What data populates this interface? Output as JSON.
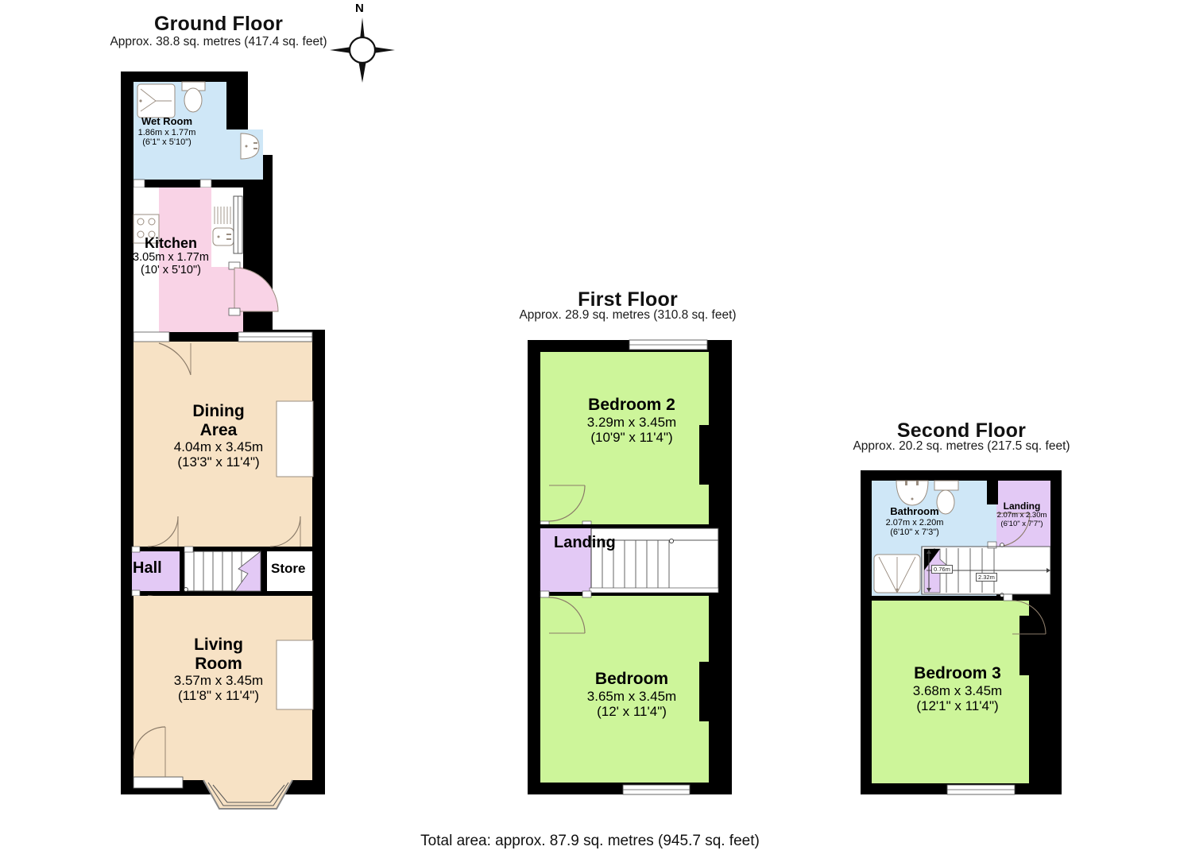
{
  "document": {
    "type": "floor-plan",
    "total_area": "Total area: approx. 87.9 sq. metres (945.7 sq. feet)",
    "compass_label": "N"
  },
  "floors": [
    {
      "id": "ground",
      "title": "Ground Floor",
      "subtitle": "Approx. 38.8 sq. metres (417.4 sq. feet)",
      "rooms": [
        {
          "id": "wet-room",
          "name": "Wet Room",
          "metric": "1.86m x 1.77m",
          "imperial": "(6'1\" x 5'10\")",
          "color": "#cfe7f7"
        },
        {
          "id": "kitchen",
          "name": "Kitchen",
          "metric": "3.05m x 1.77m",
          "imperial": "(10' x 5'10\")",
          "color": "#f9d3e6"
        },
        {
          "id": "dining",
          "name": "Dining Area",
          "name_line1": "Dining",
          "name_line2": "Area",
          "metric": "4.04m x 3.45m",
          "imperial": "(13'3\" x 11'4\")",
          "color": "#f7e2c5"
        },
        {
          "id": "hall",
          "name": "Hall",
          "metric": "",
          "imperial": "",
          "color": "#e3c9f5"
        },
        {
          "id": "store",
          "name": "Store",
          "metric": "",
          "imperial": "",
          "color": "#ffffff"
        },
        {
          "id": "living",
          "name": "Living Room",
          "name_line1": "Living",
          "name_line2": "Room",
          "metric": "3.57m x 3.45m",
          "imperial": "(11'8\" x 11'4\")",
          "color": "#f7e2c5"
        }
      ]
    },
    {
      "id": "first",
      "title": "First Floor",
      "subtitle": "Approx. 28.9 sq. metres (310.8 sq. feet)",
      "rooms": [
        {
          "id": "bedroom-2",
          "name": "Bedroom 2",
          "metric": "3.29m x 3.45m",
          "imperial": "(10'9\" x 11'4\")",
          "color": "#cdf59a"
        },
        {
          "id": "landing-1",
          "name": "Landing",
          "metric": "",
          "imperial": "",
          "color": "#e3c9f5"
        },
        {
          "id": "bedroom-1",
          "name": "Bedroom",
          "metric": "3.65m x 3.45m",
          "imperial": "(12' x 11'4\")",
          "color": "#cdf59a"
        }
      ]
    },
    {
      "id": "second",
      "title": "Second Floor",
      "subtitle": "Approx. 20.2 sq. metres (217.5 sq. feet)",
      "rooms": [
        {
          "id": "bathroom",
          "name": "Bathroom",
          "metric": "2.07m x 2.20m",
          "imperial": "(6'10\" x 7'3\")",
          "color": "#cfe7f7"
        },
        {
          "id": "landing-2",
          "name": "Landing",
          "metric": "2.07m x 2.30m",
          "imperial": "(6'10\" x 7'7\")",
          "color": "#e3c9f5"
        },
        {
          "id": "bedroom-3",
          "name": "Bedroom 3",
          "metric": "3.68m x 3.45m",
          "imperial": "(12'1\" x 11'4\")",
          "color": "#cdf59a"
        }
      ],
      "annotations": [
        {
          "id": "stair-width",
          "value": "0.76m"
        },
        {
          "id": "landing-run",
          "value": "2.32m"
        }
      ]
    }
  ],
  "palette": {
    "wall": "#000000",
    "bathroom_blue": "#cfe7f7",
    "kitchen_pink": "#f9d3e6",
    "living_beige": "#f7e2c5",
    "hall_purple": "#e3c9f5",
    "bedroom_green": "#cdf59a",
    "white": "#ffffff",
    "text": "#000000"
  }
}
